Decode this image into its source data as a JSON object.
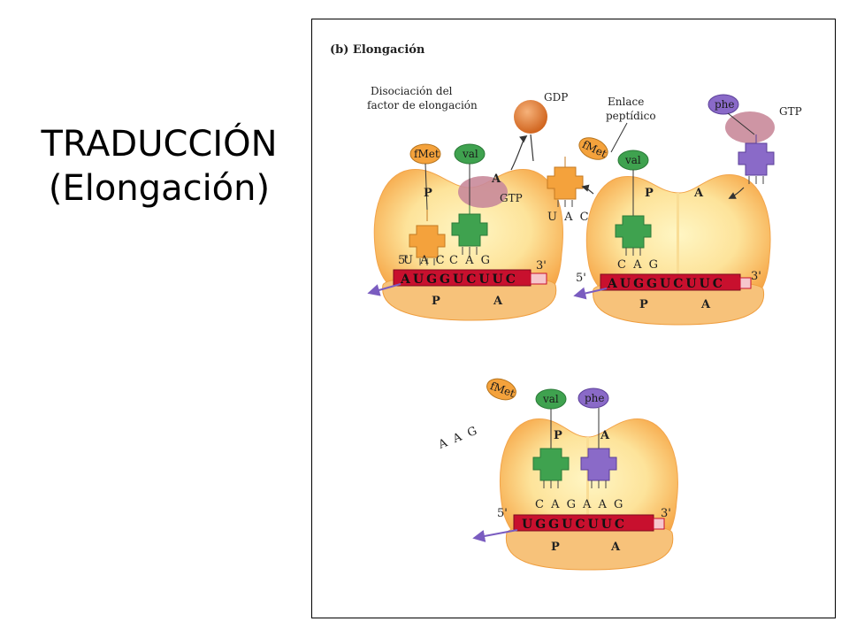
{
  "slide": {
    "title_line1": "TRADUCCIÓN",
    "title_line2": "(Elongación)"
  },
  "figure": {
    "panel_title": "(b)  Elongación",
    "panel1": {
      "label_dissociation_l1": "Disociación del",
      "label_dissociation_l2": "factor de elongación",
      "gdp": "GDP",
      "gtp": "GTP",
      "aa1": "fMet",
      "aa2": "val",
      "site_p_top": "P",
      "site_a_top": "A",
      "anticodon1": "U A C",
      "anticodon2": "C A G",
      "five_prime": "5'",
      "three_prime": "3'",
      "mrna": "AUGGUCUUC",
      "site_p_bottom": "P",
      "site_a_bottom": "A",
      "released_anticodon": "U A C"
    },
    "panel2": {
      "label_peptide_l1": "Enlace",
      "label_peptide_l2": "peptídico",
      "gtp": "GTP",
      "aa_incoming": "phe",
      "aa1": "fMet",
      "aa2": "val",
      "site_p_top": "P",
      "site_a_top": "A",
      "anticodon": "C A G",
      "five_prime": "5'",
      "three_prime": "3'",
      "mrna": "AUGGUCUUC",
      "site_p_bottom": "P",
      "site_a_bottom": "A"
    },
    "panel3": {
      "aa1": "fMet",
      "aa2": "val",
      "aa3": "phe",
      "site_p_top": "P",
      "site_a_top": "A",
      "free_anticodon": "A A G",
      "anticodon1": "C A G",
      "anticodon2": "A A G",
      "five_prime": "5'",
      "three_prime": "3'",
      "mrna": "UGGUCUUC",
      "site_p_bottom": "P",
      "site_a_bottom": "A"
    }
  },
  "colors": {
    "ribosome": "#f8b455",
    "ribosome_inner": "#fdf3b8",
    "mrna": "#c8102e",
    "trna_orange": "#f4a23c",
    "trna_green": "#3fa24f",
    "trna_purple": "#8a6ac8",
    "ef_tu": "#c98a9a",
    "gdp_ball": "#e07830"
  }
}
